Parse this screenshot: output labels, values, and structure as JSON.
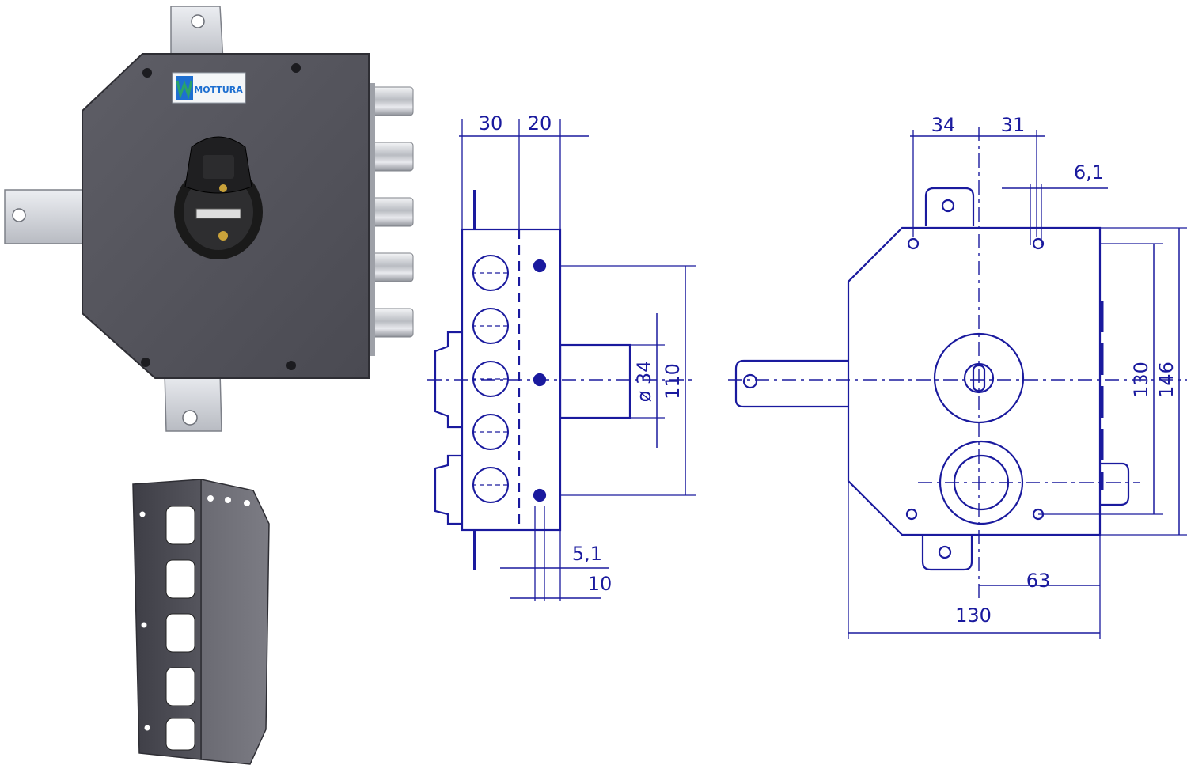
{
  "brand": {
    "logo_text": "MOTTURA"
  },
  "colors": {
    "drawing_ink": "#1a1a9e",
    "lock_body": "#54545c",
    "lock_body_dark": "#3c3c44",
    "chrome": "#c9ccd2",
    "cylinder": "#1c1c1c",
    "logo_green": "#2aa36a",
    "logo_blue": "#1e6fd0"
  },
  "side_view": {
    "dim_30": "30",
    "dim_20": "20",
    "dim_bolt_dia": "ø 34",
    "dim_110": "110",
    "dim_5_1": "5,1",
    "dim_10": "10"
  },
  "front_view": {
    "dim_34": "34",
    "dim_31": "31",
    "dim_6_1": "6,1",
    "dim_130_v": "130",
    "dim_146": "146",
    "dim_63": "63",
    "dim_130_h": "130"
  }
}
